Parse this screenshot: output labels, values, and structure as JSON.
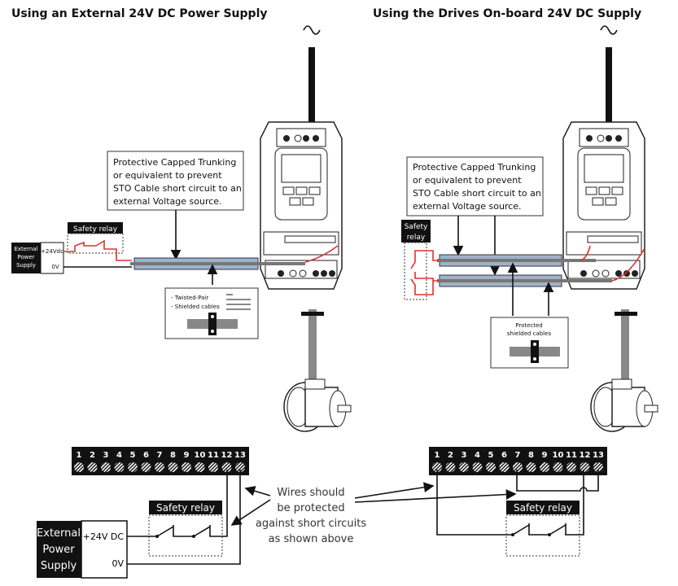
{
  "left": {
    "title": "Using an External 24V DC Power Supply",
    "trunking_note": [
      "Protective Capped Trunking",
      "or equivalent to prevent",
      "STO Cable short circuit to an",
      "external Voltage source."
    ],
    "safety_relay": "Safety relay",
    "psu": [
      "External",
      "Power",
      "Supply"
    ],
    "psu_pos": "+24Vdc",
    "psu_neg": "0V",
    "cable_note": [
      "- Twisted-Pair",
      "- Shielded cables"
    ]
  },
  "right": {
    "title": "Using the Drives On-board 24V DC Supply",
    "trunking_note": [
      "Protective Capped Trunking",
      "or equivalent to prevent",
      "STO Cable short circuit to an",
      "external Voltage source."
    ],
    "safety_relay": [
      "Safety",
      "relay"
    ],
    "cable_note": [
      "Protected",
      "shielded cables"
    ]
  },
  "schematic_left": {
    "terminals": [
      "1",
      "2",
      "3",
      "4",
      "5",
      "6",
      "7",
      "8",
      "9",
      "10",
      "11",
      "12",
      "13"
    ],
    "safety_relay": "Safety relay",
    "psu": [
      "External",
      "Power",
      "Supply"
    ],
    "psu_pos": "+24V DC",
    "psu_neg": "0V"
  },
  "schematic_right": {
    "terminals": [
      "1",
      "2",
      "3",
      "4",
      "5",
      "6",
      "7",
      "8",
      "9",
      "10",
      "11",
      "12",
      "13"
    ],
    "safety_relay": "Safety relay"
  },
  "callout": [
    "Wires should",
    "be protected",
    "against short circuits",
    "as shown above"
  ],
  "colors": {
    "wire_red": "#e03030",
    "trunking": "#9fb3c8",
    "cable": "#888888"
  }
}
